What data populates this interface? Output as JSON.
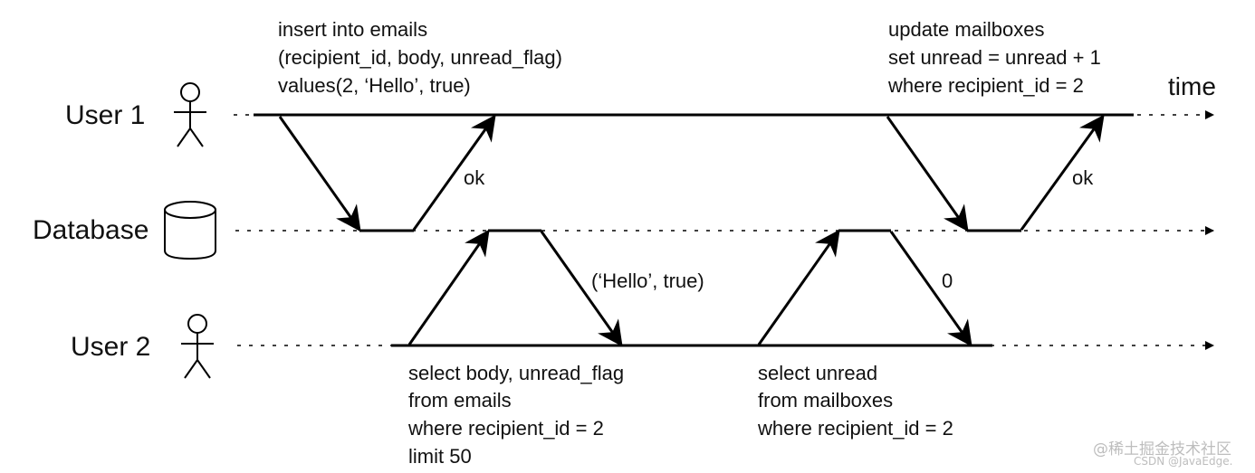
{
  "actors": {
    "user1": "User 1",
    "database": "Database",
    "user2": "User 2"
  },
  "time_label": "time",
  "queries": {
    "user1_insert": [
      "insert into emails",
      "(recipient_id, body, unread_flag)",
      "values(2, ‘Hello’, true)"
    ],
    "user1_update": [
      "update mailboxes",
      "set unread = unread + 1",
      "where recipient_id = 2"
    ],
    "user2_select_emails": [
      "select body, unread_flag",
      "from emails",
      "where recipient_id = 2",
      "limit 50"
    ],
    "user2_select_unread": [
      "select unread",
      "from mailboxes",
      "where recipient_id = 2"
    ]
  },
  "replies": {
    "insert_ok": "ok",
    "update_ok": "ok",
    "emails_result": "(‘Hello’, true)",
    "unread_result": "0"
  },
  "watermark": {
    "line1": "@稀土掘金技术社区",
    "line2": "CSDN @JavaEdge."
  }
}
